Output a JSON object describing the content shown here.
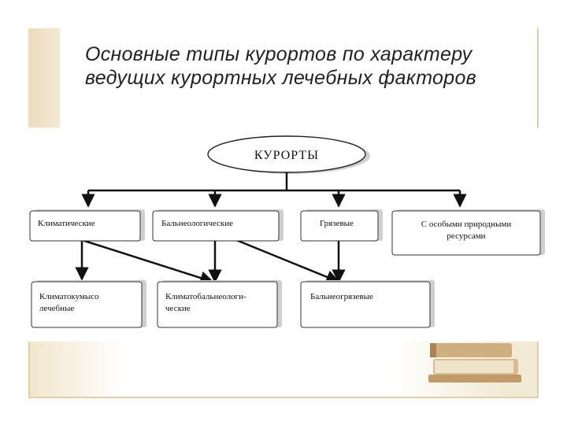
{
  "title": {
    "line1": "Основные типы курортов по характеру",
    "line2": "ведущих курортных лечебных факторов"
  },
  "diagram": {
    "root": "КУРОРТЫ",
    "level1": [
      {
        "id": "climatic",
        "lines": [
          "Климатические"
        ]
      },
      {
        "id": "balneo",
        "lines": [
          "Бальнеологические"
        ]
      },
      {
        "id": "mud",
        "lines": [
          "Грязевые"
        ]
      },
      {
        "id": "special",
        "lines": [
          "С особыми природными",
          "ресурсами"
        ]
      }
    ],
    "level2": [
      {
        "id": "kumys",
        "lines": [
          "Климатокумысо",
          "лечебные"
        ]
      },
      {
        "id": "climbalneo",
        "lines": [
          "Климатобальнеологи-",
          "ческие"
        ]
      },
      {
        "id": "balneomud",
        "lines": [
          "Бальнеогрязевые"
        ]
      }
    ]
  },
  "colors": {
    "frame": "#e3cfa6",
    "book_cover": "#c9a577",
    "book_pages": "#e8dcc0"
  }
}
